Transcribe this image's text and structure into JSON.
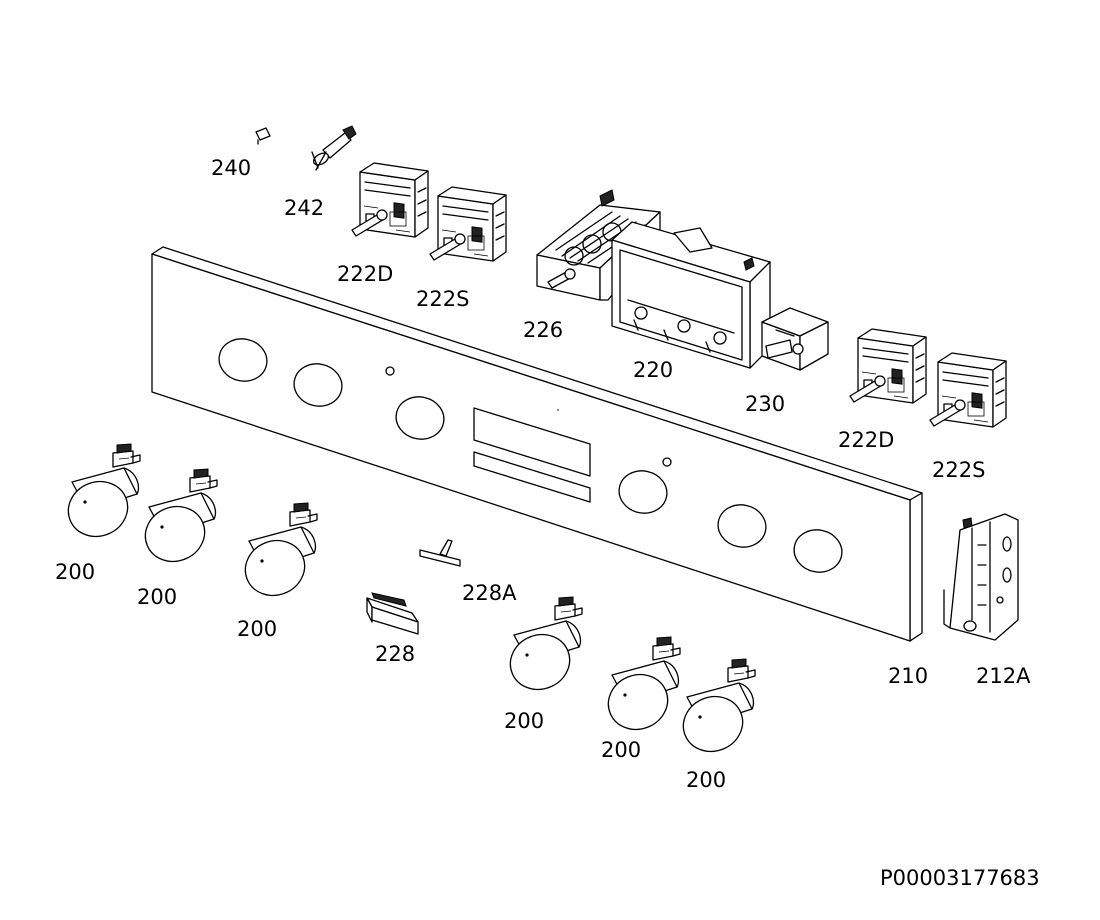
{
  "diagram": {
    "drawing_number": "P00003177683",
    "part_labels": {
      "l240": "240",
      "l242": "242",
      "l222D_1": "222D",
      "l222S_1": "222S",
      "l226": "226",
      "l220": "220",
      "l230": "230",
      "l222D_2": "222D",
      "l222S_2": "222S",
      "l200_1": "200",
      "l200_2": "200",
      "l200_3": "200",
      "l228A": "228A",
      "l228": "228",
      "l200_4": "200",
      "l200_5": "200",
      "l200_6": "200",
      "l210": "210",
      "l212A": "212A"
    }
  }
}
